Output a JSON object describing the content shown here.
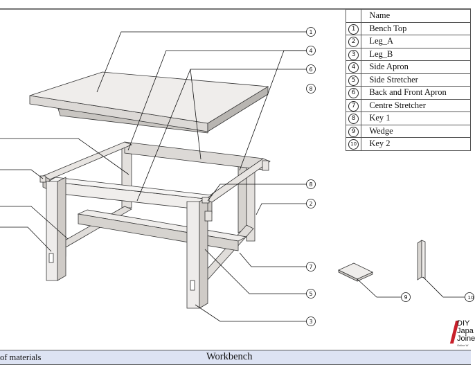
{
  "table": {
    "header": "Name",
    "rows": [
      {
        "num": "1",
        "name": "Bench Top"
      },
      {
        "num": "2",
        "name": "Leg_A"
      },
      {
        "num": "3",
        "name": "Leg_B"
      },
      {
        "num": "4",
        "name": "Side Apron"
      },
      {
        "num": "5",
        "name": "Side Stretcher"
      },
      {
        "num": "6",
        "name": "Back and Front Apron"
      },
      {
        "num": "7",
        "name": "Centre Stretcher"
      },
      {
        "num": "8",
        "name": "Key 1"
      },
      {
        "num": "9",
        "name": "Wedge"
      },
      {
        "num": "10",
        "name": "Key 2"
      }
    ]
  },
  "callouts": {
    "c1": "1",
    "c4": "4",
    "c6": "6",
    "c8a": "8",
    "c8b": "8",
    "c2": "2",
    "c7": "7",
    "c5": "5",
    "c3": "3",
    "c9": "9",
    "c10": "10"
  },
  "footer": {
    "left": "of materials",
    "center": "Workbench"
  },
  "logo": {
    "line1": "DIY",
    "line2": "Japa",
    "line3": "Joine",
    "tagline": "Online W"
  },
  "colors": {
    "footer_bg": "#dde3f3",
    "logo_red": "#c8202b",
    "wood_light": "#eeeceb",
    "wood_shadow": "#c9c6c2"
  }
}
